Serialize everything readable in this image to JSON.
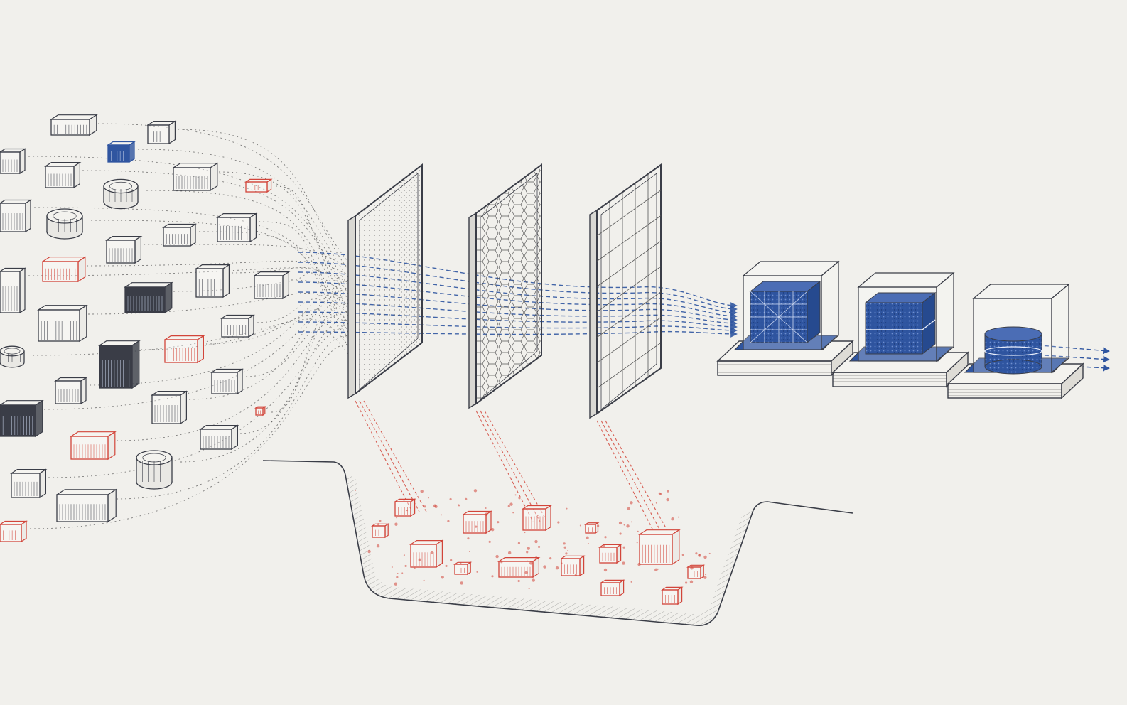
{
  "colors": {
    "paper": "#f1f0ec",
    "ink": "#3a3d47",
    "accepted": "#2f55a0",
    "rejected": "#d2453a"
  },
  "diagram": {
    "incoming_items": [
      {
        "shape": "box",
        "state": "neutral"
      },
      {
        "shape": "box",
        "state": "accepted"
      },
      {
        "shape": "box",
        "state": "rejected"
      },
      {
        "shape": "cylinder",
        "state": "neutral"
      },
      {
        "shape": "box",
        "state": "dark"
      }
    ],
    "filters": [
      {
        "pattern": "fine-mesh"
      },
      {
        "pattern": "cellular-mesh"
      },
      {
        "pattern": "grid-mesh"
      }
    ],
    "outputs": [
      {
        "shape": "cube-grid",
        "state": "accepted"
      },
      {
        "shape": "cube-layered",
        "state": "accepted"
      },
      {
        "shape": "cylinder",
        "state": "accepted"
      }
    ],
    "reject_pit": {
      "state": "rejected"
    }
  }
}
